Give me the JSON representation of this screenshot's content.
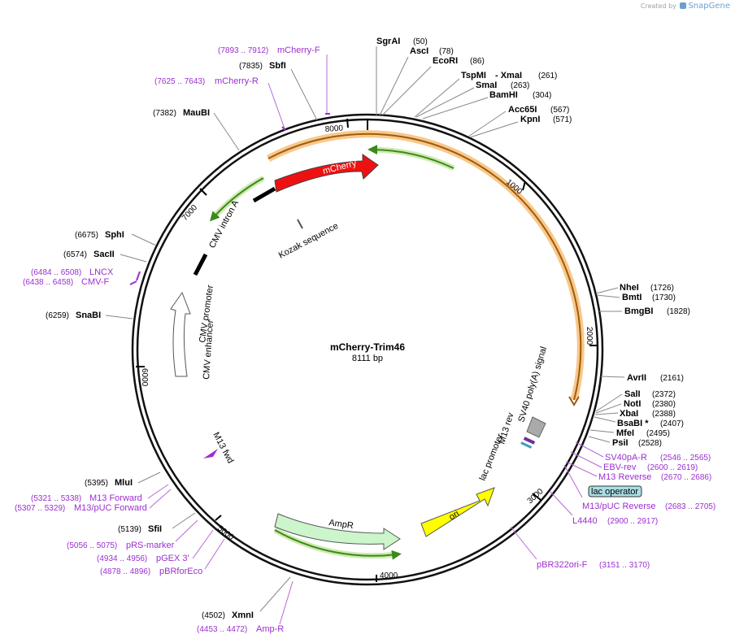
{
  "credit": {
    "prefix": "Created by",
    "brand": "SnapGene"
  },
  "plasmid": {
    "name": "mCherry-Trim46",
    "length_label": "8111 bp",
    "length": 8111
  },
  "ruler": [
    "1000",
    "2000",
    "3000",
    "4000",
    "5000",
    "6000",
    "7000",
    "8000"
  ],
  "features": [
    {
      "label": "mCherry",
      "type": "arrow",
      "color": "#ee1111"
    },
    {
      "label": "AmpR",
      "type": "arrow",
      "color": "#ccf5cc"
    },
    {
      "label": "ori",
      "type": "arrow",
      "color": "#ffff00"
    },
    {
      "label": "CMV enhancer",
      "type": "arrow",
      "color": "#ffffff"
    },
    {
      "label": "CMV promoter",
      "type": "text"
    },
    {
      "label": "CMV intron A",
      "type": "text"
    },
    {
      "label": "Kozak sequence",
      "type": "text"
    },
    {
      "label": "SV40 poly(A) signal",
      "type": "text"
    },
    {
      "label": "M13 rev",
      "type": "text"
    },
    {
      "label": "lac promoter",
      "type": "text"
    },
    {
      "label": "M13 fwd",
      "type": "text"
    },
    {
      "label": "lac operator",
      "type": "box"
    }
  ],
  "enzymes": [
    {
      "name": "SgrAI",
      "pos": "(50)"
    },
    {
      "name": "AscI",
      "pos": "(78)"
    },
    {
      "name": "EcoRI",
      "pos": "(86)"
    },
    {
      "name": "TspMI",
      "pos": "(261)",
      "extra": "- XmaI"
    },
    {
      "name": "SmaI",
      "pos": "(263)"
    },
    {
      "name": "BamHI",
      "pos": "(304)"
    },
    {
      "name": "Acc65I",
      "pos": "(567)"
    },
    {
      "name": "KpnI",
      "pos": "(571)"
    },
    {
      "name": "NheI",
      "pos": "(1726)"
    },
    {
      "name": "BmtI",
      "pos": "(1730)"
    },
    {
      "name": "BmgBI",
      "pos": "(1828)"
    },
    {
      "name": "AvrII",
      "pos": "(2161)"
    },
    {
      "name": "SalI",
      "pos": "(2372)"
    },
    {
      "name": "NotI",
      "pos": "(2380)"
    },
    {
      "name": "XbaI",
      "pos": "(2388)"
    },
    {
      "name": "BsaBI *",
      "pos": "(2407)"
    },
    {
      "name": "MfeI",
      "pos": "(2495)"
    },
    {
      "name": "PsiI",
      "pos": "(2528)"
    },
    {
      "name": "XmnI",
      "pos": "(4502)"
    },
    {
      "name": "SfiI",
      "pos": "(5139)"
    },
    {
      "name": "MluI",
      "pos": "(5395)"
    },
    {
      "name": "SnaBI",
      "pos": "(6259)"
    },
    {
      "name": "SacII",
      "pos": "(6574)"
    },
    {
      "name": "SphI",
      "pos": "(6675)"
    },
    {
      "name": "MauBI",
      "pos": "(7382)"
    },
    {
      "name": "SbfI",
      "pos": "(7835)"
    }
  ],
  "primers": [
    {
      "name": "mCherry-F",
      "range": "(7893 .. 7912)"
    },
    {
      "name": "mCherry-R",
      "range": "(7625 .. 7643)"
    },
    {
      "name": "LNCX",
      "range": "(6484 .. 6508)"
    },
    {
      "name": "CMV-F",
      "range": "(6438 .. 6458)"
    },
    {
      "name": "M13 Forward",
      "range": "(5321 .. 5338)"
    },
    {
      "name": "M13/pUC Forward",
      "range": "(5307 .. 5329)"
    },
    {
      "name": "pRS-marker",
      "range": "(5056 .. 5075)"
    },
    {
      "name": "pGEX 3'",
      "range": "(4934 .. 4956)"
    },
    {
      "name": "pBRforEco",
      "range": "(4878 .. 4896)"
    },
    {
      "name": "Amp-R",
      "range": "(4453 .. 4472)"
    },
    {
      "name": "SV40pA-R",
      "range": "(2546 .. 2565)"
    },
    {
      "name": "EBV-rev",
      "range": "(2600 .. 2619)"
    },
    {
      "name": "M13 Reverse",
      "range": "(2670 .. 2686)"
    },
    {
      "name": "M13/pUC Reverse",
      "range": "(2683 .. 2705)"
    },
    {
      "name": "L4440",
      "range": "(2900 .. 2917)"
    },
    {
      "name": "pBR322ori-F",
      "range": "(3151 .. 3170)"
    }
  ],
  "colors": {
    "primer": "#9b2fcf",
    "enzyme": "#000000",
    "backbone": "#111111",
    "orf": "#f0a020",
    "primer_arrow": "#3a8a1a"
  }
}
